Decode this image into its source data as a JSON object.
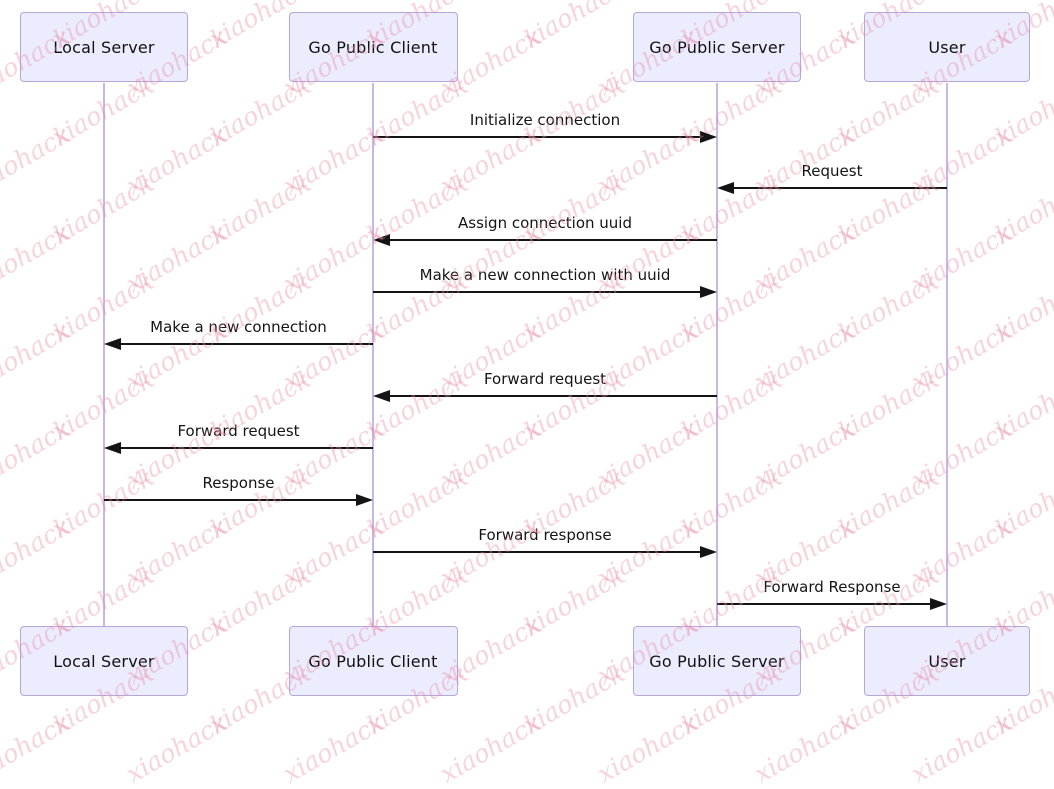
{
  "watermark": {
    "text": "xiaohack",
    "color": "#e88ca5"
  },
  "diagram": {
    "type": "sequence",
    "colors": {
      "actor_fill": "#ECECFF",
      "actor_border": "#b6a7da",
      "lifeline": "#c6b8e6",
      "message": "#141414",
      "background": "#ffffff"
    },
    "actors": [
      {
        "id": "local-server",
        "label": "Local Server"
      },
      {
        "id": "go-public-client",
        "label": "Go Public Client"
      },
      {
        "id": "go-public-server",
        "label": "Go Public Server"
      },
      {
        "id": "user",
        "label": "User"
      }
    ],
    "messages": [
      {
        "from": 1,
        "to": 2,
        "label": "Initialize connection"
      },
      {
        "from": 3,
        "to": 2,
        "label": "Request"
      },
      {
        "from": 2,
        "to": 1,
        "label": "Assign connection uuid"
      },
      {
        "from": 1,
        "to": 2,
        "label": "Make a new connection with uuid"
      },
      {
        "from": 1,
        "to": 0,
        "label": "Make a new connection"
      },
      {
        "from": 2,
        "to": 1,
        "label": "Forward request"
      },
      {
        "from": 1,
        "to": 0,
        "label": "Forward request"
      },
      {
        "from": 0,
        "to": 1,
        "label": "Response"
      },
      {
        "from": 1,
        "to": 2,
        "label": "Forward response"
      },
      {
        "from": 2,
        "to": 3,
        "label": "Forward Response"
      }
    ]
  }
}
